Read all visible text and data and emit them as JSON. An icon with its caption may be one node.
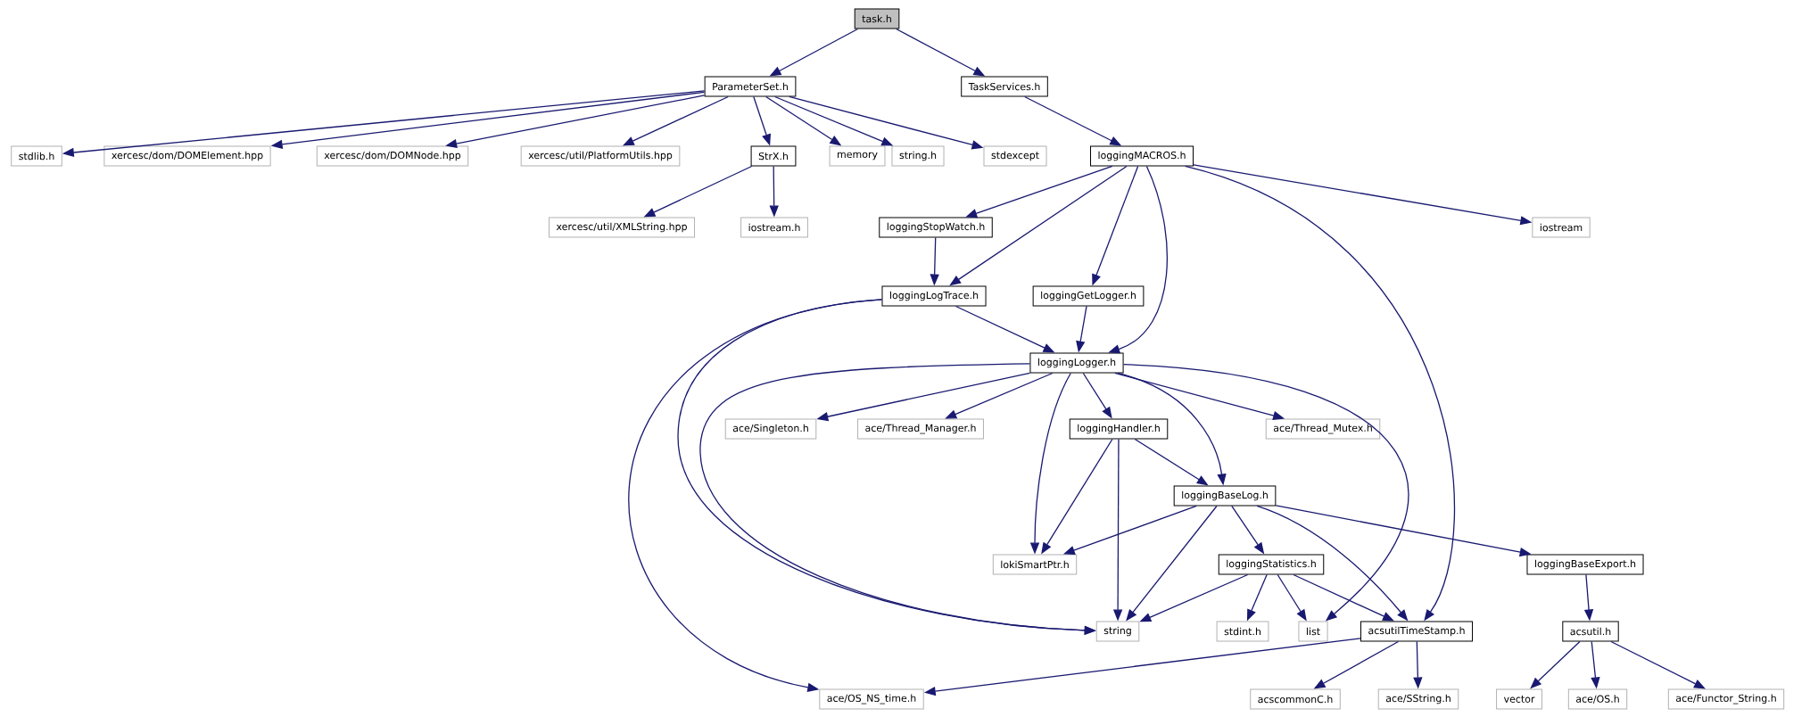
{
  "diagram": {
    "nodes": [
      {
        "text": [
          "task.h"
        ]
      },
      {
        "text": [
          "ParameterSet.h"
        ]
      },
      {
        "text": [
          "TaskServices.h"
        ]
      },
      {
        "text": [
          "stdlib.h"
        ]
      },
      {
        "text": [
          "xercesc/dom/DOMElement.hpp"
        ]
      },
      {
        "text": [
          "xercesc/dom/DOMNode.hpp"
        ]
      },
      {
        "text": [
          "xercesc/util/PlatformUtils.hpp"
        ]
      },
      {
        "text": [
          "StrX.h"
        ]
      },
      {
        "text": [
          "memory"
        ]
      },
      {
        "text": [
          "string.h"
        ]
      },
      {
        "text": [
          "stdexcept"
        ]
      },
      {
        "text": [
          "loggingMACROS.h"
        ]
      },
      {
        "text": [
          "xercesc/util/XMLString.hpp"
        ]
      },
      {
        "text": [
          "iostream.h"
        ]
      },
      {
        "text": [
          "loggingStopWatch.h"
        ]
      },
      {
        "text": [
          "iostream"
        ]
      },
      {
        "text": [
          "loggingLogTrace.h"
        ]
      },
      {
        "text": [
          "loggingGetLogger.h"
        ]
      },
      {
        "text": [
          "loggingLogger.h"
        ]
      },
      {
        "text": [
          "ace/Singleton.h"
        ]
      },
      {
        "text": [
          "ace/Thread_Manager.h"
        ]
      },
      {
        "text": [
          "loggingHandler.h"
        ]
      },
      {
        "text": [
          "ace/Thread_Mutex.h"
        ]
      },
      {
        "text": [
          "loggingBaseLog.h"
        ]
      },
      {
        "text": [
          "lokiSmartPtr.h"
        ]
      },
      {
        "text": [
          "loggingStatistics.h"
        ]
      },
      {
        "text": [
          "loggingBaseExport.h"
        ]
      },
      {
        "text": [
          "string"
        ]
      },
      {
        "text": [
          "stdint.h"
        ]
      },
      {
        "text": [
          "list"
        ]
      },
      {
        "text": [
          "acsutilTimeStamp.h"
        ]
      },
      {
        "text": [
          "acsutil.h"
        ]
      },
      {
        "text": [
          "ace/OS_NS_time.h"
        ]
      },
      {
        "text": [
          "acscommonC.h"
        ]
      },
      {
        "text": [
          "ace/SString.h"
        ]
      },
      {
        "text": [
          "vector"
        ]
      },
      {
        "text": [
          "ace/OS.h"
        ]
      },
      {
        "text": [
          "ace/Functor_String.h"
        ]
      }
    ],
    "edges": [
      {
        "from": 0,
        "to": 1,
        "arrow": "to"
      },
      {
        "from": 0,
        "to": 2,
        "arrow": "to"
      },
      {
        "from": 1,
        "to": 3,
        "arrow": "to"
      },
      {
        "from": 1,
        "to": 4,
        "arrow": "to"
      },
      {
        "from": 1,
        "to": 5,
        "arrow": "to"
      },
      {
        "from": 1,
        "to": 6,
        "arrow": "to"
      },
      {
        "from": 1,
        "to": 7,
        "arrow": "to"
      },
      {
        "from": 1,
        "to": 8,
        "arrow": "to"
      },
      {
        "from": 1,
        "to": 9,
        "arrow": "to"
      },
      {
        "from": 1,
        "to": 10,
        "arrow": "to"
      },
      {
        "from": 2,
        "to": 11,
        "arrow": "to"
      },
      {
        "from": 7,
        "to": 12,
        "arrow": "to"
      },
      {
        "from": 7,
        "to": 13,
        "arrow": "to"
      },
      {
        "from": 11,
        "to": 14,
        "arrow": "to"
      },
      {
        "from": 11,
        "to": 16,
        "arrow": "to"
      },
      {
        "from": 11,
        "to": 17,
        "arrow": "to"
      },
      {
        "from": 11,
        "to": 18,
        "arrow": "to"
      },
      {
        "from": 11,
        "to": 30,
        "arrow": "to"
      },
      {
        "from": 11,
        "to": 15,
        "arrow": "to"
      },
      {
        "from": 14,
        "to": 16,
        "arrow": "to"
      },
      {
        "from": 16,
        "to": 18,
        "arrow": "to"
      },
      {
        "from": 16,
        "to": 27,
        "arrow": "to"
      },
      {
        "from": 16,
        "to": 32,
        "arrow": "to"
      },
      {
        "from": 17,
        "to": 18,
        "arrow": "to"
      },
      {
        "from": 18,
        "to": 19,
        "arrow": "to"
      },
      {
        "from": 18,
        "to": 20,
        "arrow": "to"
      },
      {
        "from": 18,
        "to": 21,
        "arrow": "to"
      },
      {
        "from": 18,
        "to": 22,
        "arrow": "to"
      },
      {
        "from": 18,
        "to": 23,
        "arrow": "to"
      },
      {
        "from": 18,
        "to": 24,
        "arrow": "to"
      },
      {
        "from": 18,
        "to": 27,
        "arrow": "to"
      },
      {
        "from": 18,
        "to": 29,
        "arrow": "to"
      },
      {
        "from": 21,
        "to": 23,
        "arrow": "to"
      },
      {
        "from": 21,
        "to": 24,
        "arrow": "to"
      },
      {
        "from": 21,
        "to": 27,
        "arrow": "to"
      },
      {
        "from": 23,
        "to": 24,
        "arrow": "to"
      },
      {
        "from": 23,
        "to": 25,
        "arrow": "to"
      },
      {
        "from": 23,
        "to": 27,
        "arrow": "to"
      },
      {
        "from": 23,
        "to": 30,
        "arrow": "to"
      },
      {
        "from": 23,
        "to": 26,
        "arrow": "to"
      },
      {
        "from": 25,
        "to": 27,
        "arrow": "to"
      },
      {
        "from": 25,
        "to": 28,
        "arrow": "to"
      },
      {
        "from": 25,
        "to": 29,
        "arrow": "to"
      },
      {
        "from": 25,
        "to": 30,
        "arrow": "to"
      },
      {
        "from": 26,
        "to": 31,
        "arrow": "to"
      },
      {
        "from": 30,
        "to": 32,
        "arrow": "to"
      },
      {
        "from": 30,
        "to": 33,
        "arrow": "to"
      },
      {
        "from": 30,
        "to": 34,
        "arrow": "to"
      },
      {
        "from": 31,
        "to": 35,
        "arrow": "to"
      },
      {
        "from": 31,
        "to": 36,
        "arrow": "to"
      },
      {
        "from": 31,
        "to": 37,
        "arrow": "to"
      }
    ]
  }
}
